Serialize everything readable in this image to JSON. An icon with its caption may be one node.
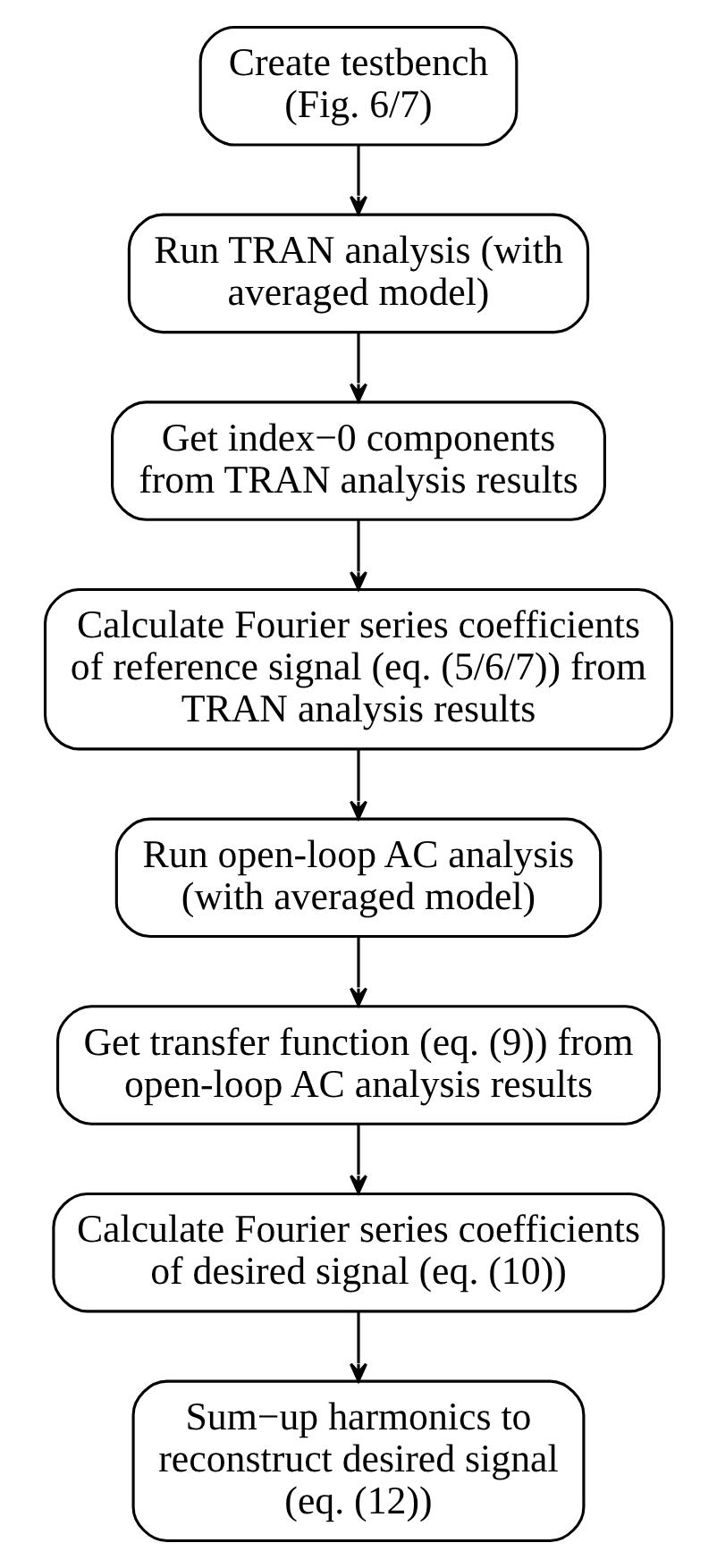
{
  "diagram": {
    "nodes": [
      {
        "text": [
          "Create testbench (Fig. 6/7)"
        ]
      },
      {
        "text": [
          "Run TRAN analysis (with averaged model)"
        ]
      },
      {
        "text": [
          "Get index−0 components from TRAN analysis results"
        ]
      },
      {
        "text": [
          "Calculate Fourier series coefficients of reference signal (eq. (5/6/7)) from TRAN analysis results"
        ]
      },
      {
        "text": [
          "Run open-loop AC analysis (with averaged model)"
        ]
      },
      {
        "text": [
          "Get transfer function (eq. (9)) from open-loop AC analysis results"
        ]
      },
      {
        "text": [
          "Calculate Fourier series coefficients of desired signal (eq. (10))"
        ]
      },
      {
        "text": [
          "Sum−up harmonics to reconstruct desired signal (eq. (12))"
        ]
      }
    ],
    "edges": [
      {
        "from": 0,
        "to": 1,
        "arrow": "to"
      },
      {
        "from": 1,
        "to": 2,
        "arrow": "to"
      },
      {
        "from": 2,
        "to": 3,
        "arrow": "to"
      },
      {
        "from": 3,
        "to": 4,
        "arrow": "to"
      },
      {
        "from": 4,
        "to": 5,
        "arrow": "to"
      },
      {
        "from": 5,
        "to": 6,
        "arrow": "to"
      },
      {
        "from": 6,
        "to": 7,
        "arrow": "to"
      }
    ]
  }
}
